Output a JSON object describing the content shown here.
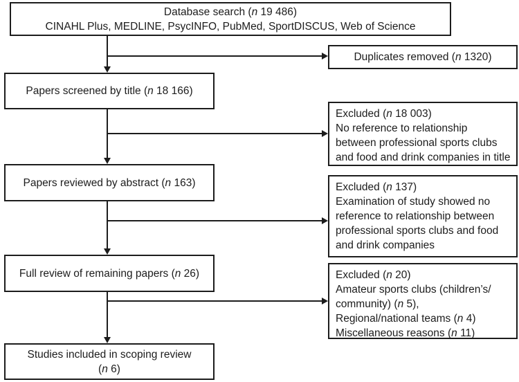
{
  "figure": {
    "type": "scoping-review-flow-diagram",
    "background": "#ffffff",
    "line_color": "#1c1c1c",
    "text_color": "#1c1c1c"
  },
  "boxes": {
    "database_search": {
      "lines": [
        [
          {
            "t": "Database search ("
          },
          {
            "t": "n",
            "i": true
          },
          {
            "t": " 19 486)"
          }
        ],
        [
          {
            "t": "CINAHL Plus, MEDLINE, PsycINFO, PubMed, SportDISCUS, Web of Science"
          }
        ]
      ]
    },
    "duplicates_removed": {
      "lines": [
        [
          {
            "t": "Duplicates removed ("
          },
          {
            "t": "n",
            "i": true
          },
          {
            "t": " 1320)"
          }
        ]
      ]
    },
    "papers_screened_title": {
      "lines": [
        [
          {
            "t": "Papers screened by title ("
          },
          {
            "t": "n",
            "i": true
          },
          {
            "t": " 18 166)"
          }
        ]
      ]
    },
    "excluded_title": {
      "lines": [
        [
          {
            "t": "Excluded ("
          },
          {
            "t": "n",
            "i": true
          },
          {
            "t": " 18 003)"
          }
        ],
        [
          {
            "t": "No reference to relationship"
          }
        ],
        [
          {
            "t": "between professional sports clubs"
          }
        ],
        [
          {
            "t": "and food and drink companies in title"
          }
        ]
      ]
    },
    "papers_reviewed_abstract": {
      "lines": [
        [
          {
            "t": "Papers reviewed by abstract ("
          },
          {
            "t": "n",
            "i": true
          },
          {
            "t": " 163)"
          }
        ]
      ]
    },
    "excluded_abstract": {
      "lines": [
        [
          {
            "t": "Excluded ("
          },
          {
            "t": "n",
            "i": true
          },
          {
            "t": " 137)"
          }
        ],
        [
          {
            "t": "Examination of study showed no"
          }
        ],
        [
          {
            "t": "reference to relationship between"
          }
        ],
        [
          {
            "t": "professional sports clubs and food"
          }
        ],
        [
          {
            "t": "and drink companies"
          }
        ]
      ]
    },
    "full_review": {
      "lines": [
        [
          {
            "t": "Full review of remaining papers ("
          },
          {
            "t": "n",
            "i": true
          },
          {
            "t": " 26)"
          }
        ]
      ]
    },
    "excluded_full_review": {
      "lines": [
        [
          {
            "t": "Excluded ("
          },
          {
            "t": "n",
            "i": true
          },
          {
            "t": " 20)"
          }
        ],
        [
          {
            "t": "Amateur sports clubs (children’s/"
          }
        ],
        [
          {
            "t": "community) ("
          },
          {
            "t": "n",
            "i": true
          },
          {
            "t": " 5),"
          }
        ],
        [
          {
            "t": "Regional/national teams ("
          },
          {
            "t": "n",
            "i": true
          },
          {
            "t": " 4)"
          }
        ],
        [
          {
            "t": "Miscellaneous reasons ("
          },
          {
            "t": "n",
            "i": true
          },
          {
            "t": " 11)"
          }
        ]
      ]
    },
    "studies_included": {
      "lines": [
        [
          {
            "t": "Studies included in scoping review"
          }
        ],
        [
          {
            "t": "("
          },
          {
            "t": "n",
            "i": true
          },
          {
            "t": " 6)"
          }
        ]
      ]
    }
  }
}
